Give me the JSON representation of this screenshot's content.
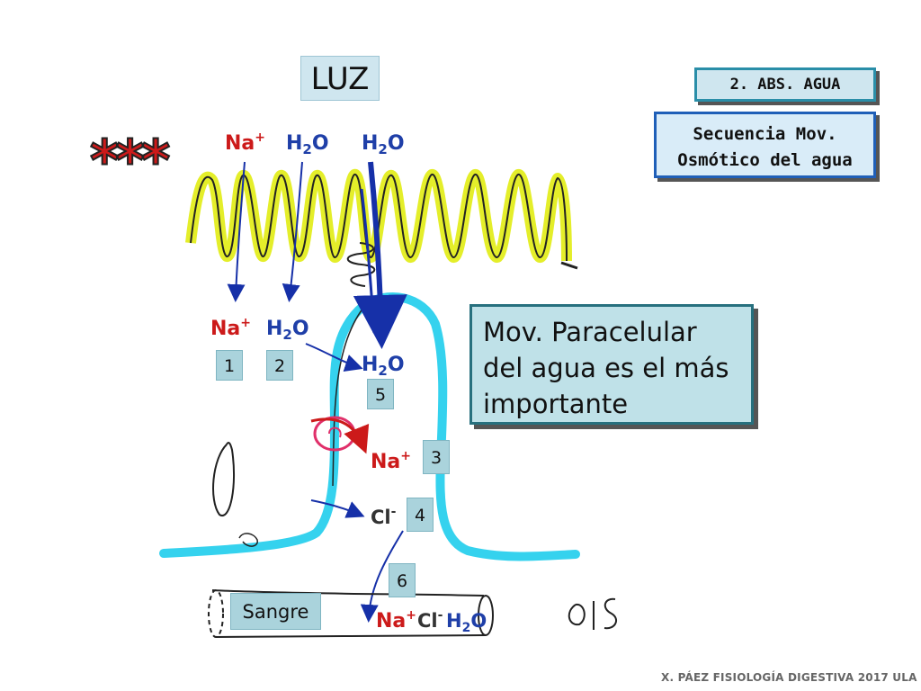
{
  "luz_label": "LUZ",
  "section_tag": "2. ABS. AGUA",
  "sequence_box": {
    "line1": "Secuencia Mov.",
    "line2": "Osmótico del agua"
  },
  "paracellular_box": {
    "line1": "Mov. Paracelular",
    "line2": "del agua es el más",
    "line3": "importante"
  },
  "stars": "***",
  "top_labels": {
    "na_sym": "Na",
    "na_sup": "+",
    "h2o_1": "H",
    "h2o_1_sub": "2",
    "h2o_1_end": "O",
    "h2o_2": "H",
    "h2o_2_sub": "2",
    "h2o_2_end": "O"
  },
  "mid_labels": {
    "na_sym": "Na",
    "na_sup": "+",
    "h2o": "H",
    "h2o_sub": "2",
    "h2o_end": "O",
    "h2o_cell": "H",
    "h2o_cell_sub": "2",
    "h2o_cell_end": "O"
  },
  "cell_labels": {
    "na_sym": "Na",
    "na_sup": "+",
    "cl_sym": "Cl",
    "cl_sup": "-"
  },
  "blood_labels": {
    "na_sym": "Na",
    "na_sup": "+",
    "cl_sym": "Cl",
    "cl_sup": "-",
    "h2o": "H",
    "h2o_sub": "2",
    "h2o_end": "O"
  },
  "step_numbers": {
    "n1": "1",
    "n2": "2",
    "n3": "3",
    "n4": "4",
    "n5": "5",
    "n6": "6"
  },
  "blood_label": "Sangre",
  "footer": "X. PÁEZ   FISIOLOGÍA DIGESTIVA 2017  ULA",
  "colors": {
    "na_red": "#cc1a1a",
    "h2o_blue": "#1f3fa8",
    "villi_yellow": "#e4ee2a",
    "membrane_cyan": "#35d2ee",
    "arrow_blue": "#1630a8"
  }
}
